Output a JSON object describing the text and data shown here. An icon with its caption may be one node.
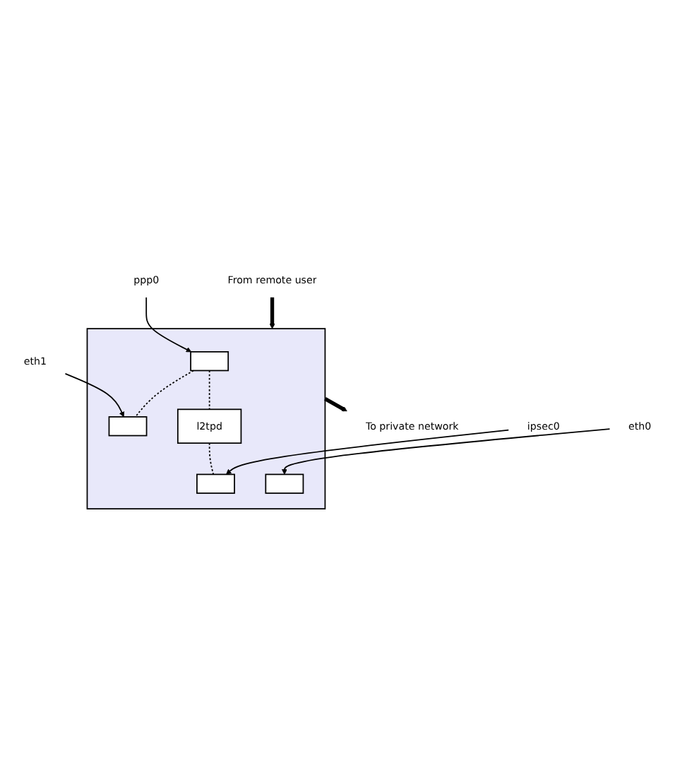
{
  "diagram": {
    "nodes": [
      {
        "text": [],
        "shape": "box"
      },
      {
        "text": [
          "To private network"
        ]
      },
      {
        "text": [
          "ppp0"
        ]
      },
      {
        "text": [
          "eth1"
        ]
      },
      {
        "text": [],
        "shape": "box",
        "in": 0
      },
      {
        "text": [],
        "shape": "box",
        "in": 0
      },
      {
        "text": [
          "l2tpd"
        ],
        "in": 0
      },
      {
        "text": [],
        "shape": "box",
        "in": 0
      },
      {
        "text": [],
        "shape": "box",
        "in": 0
      },
      {
        "text": [
          "eth0"
        ]
      },
      {
        "text": [
          "ipsec0"
        ]
      },
      {
        "text": [
          "From remote user"
        ]
      }
    ],
    "edges": [
      {
        "from": 11,
        "to": 0,
        "arrow": "to",
        "style": "thick"
      },
      {
        "from": 0,
        "to": 1,
        "arrow": "to",
        "style": "thick"
      },
      {
        "from": 2,
        "to": 4,
        "arrow": "to"
      },
      {
        "from": 3,
        "to": 5,
        "arrow": "to"
      },
      {
        "from": 4,
        "to": 5,
        "arrow": "none",
        "style": "dashed"
      },
      {
        "from": 4,
        "to": 6,
        "arrow": "none",
        "style": "dashed"
      },
      {
        "from": 6,
        "to": 7,
        "arrow": "none",
        "style": "dashed"
      },
      {
        "from": 9,
        "to": 8,
        "arrow": "to"
      },
      {
        "from": 10,
        "to": 7,
        "arrow": "to"
      }
    ]
  }
}
